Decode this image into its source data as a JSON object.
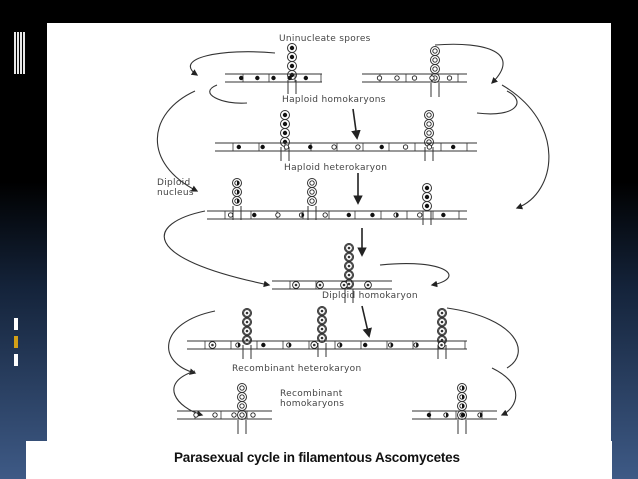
{
  "slide": {
    "caption": "Parasexual cycle in filamentous Ascomycetes"
  },
  "diagram": {
    "labels": {
      "uninucleate_spores": "Uninucleate spores",
      "haploid_homokaryons": "Haploid homokaryons",
      "haploid_heterokaryon": "Haploid heterokaryon",
      "diploid_nucleus_1": "Diploid",
      "diploid_nucleus_2": "nucleus",
      "diploid_homokaryon": "Diploid homokaryon",
      "recombinant_heterokaryon": "Recombinant heterokaryon",
      "recombinant_homokaryons_1": "Recombinant",
      "recombinant_homokaryons_2": "homokaryons"
    }
  },
  "colors": {
    "slide_dark": "#000000",
    "slide_blue": "#3e5a86",
    "panel": "#ffffff",
    "ink": "#222222"
  }
}
